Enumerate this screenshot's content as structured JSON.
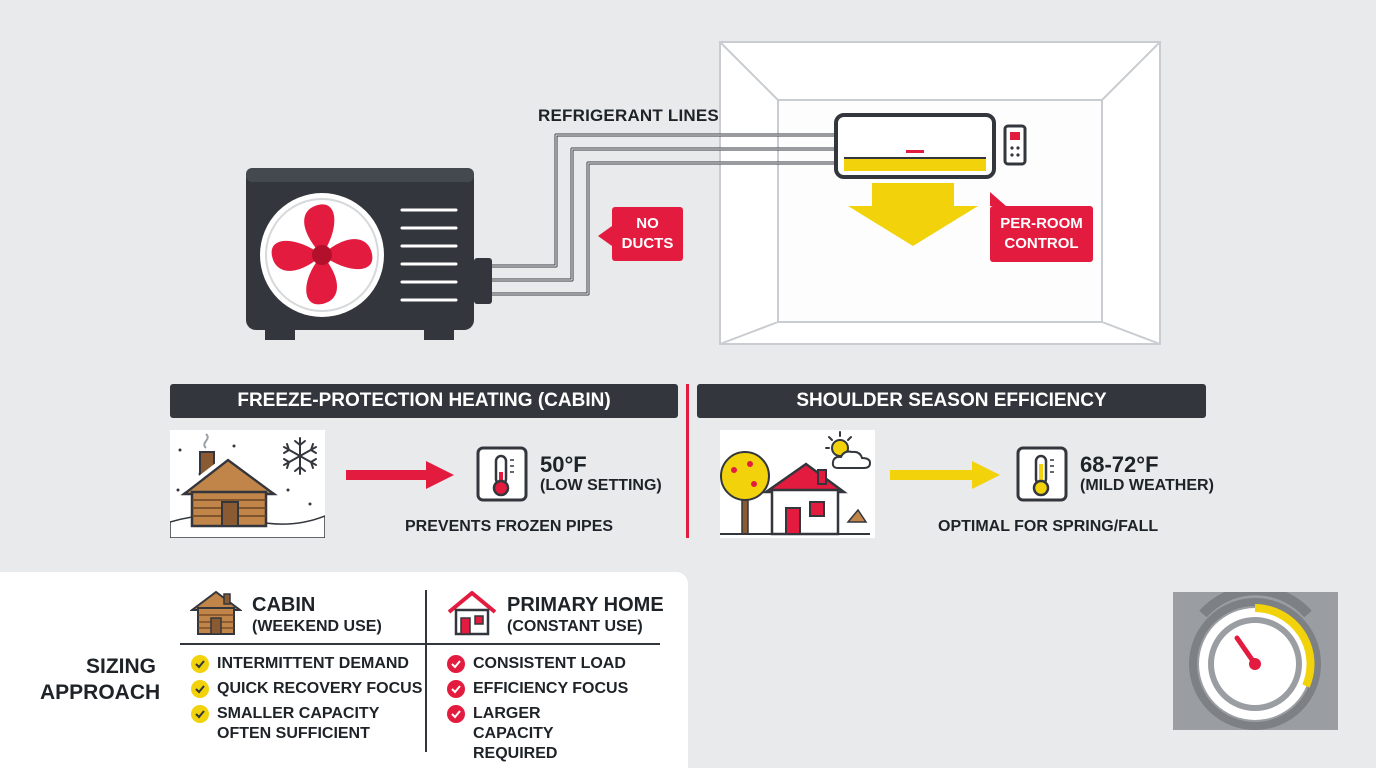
{
  "diagram": {
    "refrigerant_label": "REFRIGERANT LINES",
    "no_ducts": [
      "NO",
      "DUCTS"
    ],
    "per_room": [
      "PER-ROOM",
      "CONTROL"
    ]
  },
  "sections": {
    "cabin": {
      "title": "FREEZE-PROTECTION HEATING (CABIN)",
      "temp": "50°F",
      "setting": "(LOW SETTING)",
      "caption": "PREVENTS FROZEN PIPES"
    },
    "shoulder": {
      "title": "SHOULDER SEASON EFFICIENCY",
      "temp": "68-72°F",
      "setting": "(MILD WEATHER)",
      "caption": "OPTIMAL FOR SPRING/FALL"
    }
  },
  "sizing": {
    "label_line1": "SIZING",
    "label_line2": "APPROACH",
    "cabin": {
      "title": "CABIN",
      "subtitle": "(WEEKEND USE)",
      "items": [
        "INTERMITTENT DEMAND",
        "QUICK RECOVERY FOCUS",
        "SMALLER CAPACITY OFTEN SUFFICIENT"
      ]
    },
    "home": {
      "title": "PRIMARY HOME",
      "subtitle": "(CONSTANT USE)",
      "items": [
        "CONSISTENT LOAD",
        "EFFICIENCY FOCUS",
        "LARGER CAPACITY REQUIRED"
      ]
    }
  },
  "colors": {
    "accent_red": "#e31b3f",
    "accent_yellow": "#f2d20a",
    "dark": "#33373d",
    "background": "#e8eaec"
  }
}
